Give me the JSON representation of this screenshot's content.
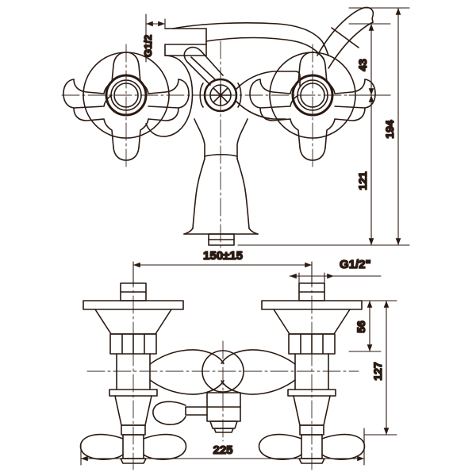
{
  "drawing": {
    "title": "Bath Shower Mixer Tap Dimensional Drawing",
    "line_color": "#2a1a12",
    "background_color": "#ffffff",
    "units": "mm",
    "views": [
      {
        "name": "front-elevation-view",
        "description": "Front elevation of wall-mounted bath shower mixer with two cross handles, central diverter, downward spout and upper shower outlet arm"
      },
      {
        "name": "plan-top-view",
        "description": "Top plan view of mixer body showing two conical escutcheons, hexagonal nuts, wall unions, central diverter and side lever"
      }
    ],
    "dimensions": {
      "front_view": [
        {
          "id": "dim-43",
          "value": "43",
          "orientation": "vertical",
          "note": "shower outlet centre above handle axis"
        },
        {
          "id": "dim-194",
          "value": "194",
          "orientation": "vertical",
          "note": "overall height of front view"
        },
        {
          "id": "dim-121",
          "value": "121",
          "orientation": "vertical",
          "note": "handle axis down to spout outlet"
        },
        {
          "id": "dim-g12-top",
          "value": "G1/2",
          "orientation": "vertical",
          "note": "shower outlet thread size"
        }
      ],
      "plan_view": [
        {
          "id": "dim-150",
          "value": "150±15",
          "orientation": "horizontal",
          "note": "centre distance between wall unions"
        },
        {
          "id": "dim-g12-bottom",
          "value": "G1/2\"",
          "orientation": "horizontal",
          "note": "inlet union thread size"
        },
        {
          "id": "dim-56",
          "value": "56",
          "orientation": "vertical",
          "note": "union nipple projection"
        },
        {
          "id": "dim-127",
          "value": "127",
          "orientation": "vertical",
          "note": "overall depth of plan view"
        },
        {
          "id": "dim-225",
          "value": "225",
          "orientation": "horizontal",
          "note": "overall width across handles"
        }
      ]
    }
  }
}
